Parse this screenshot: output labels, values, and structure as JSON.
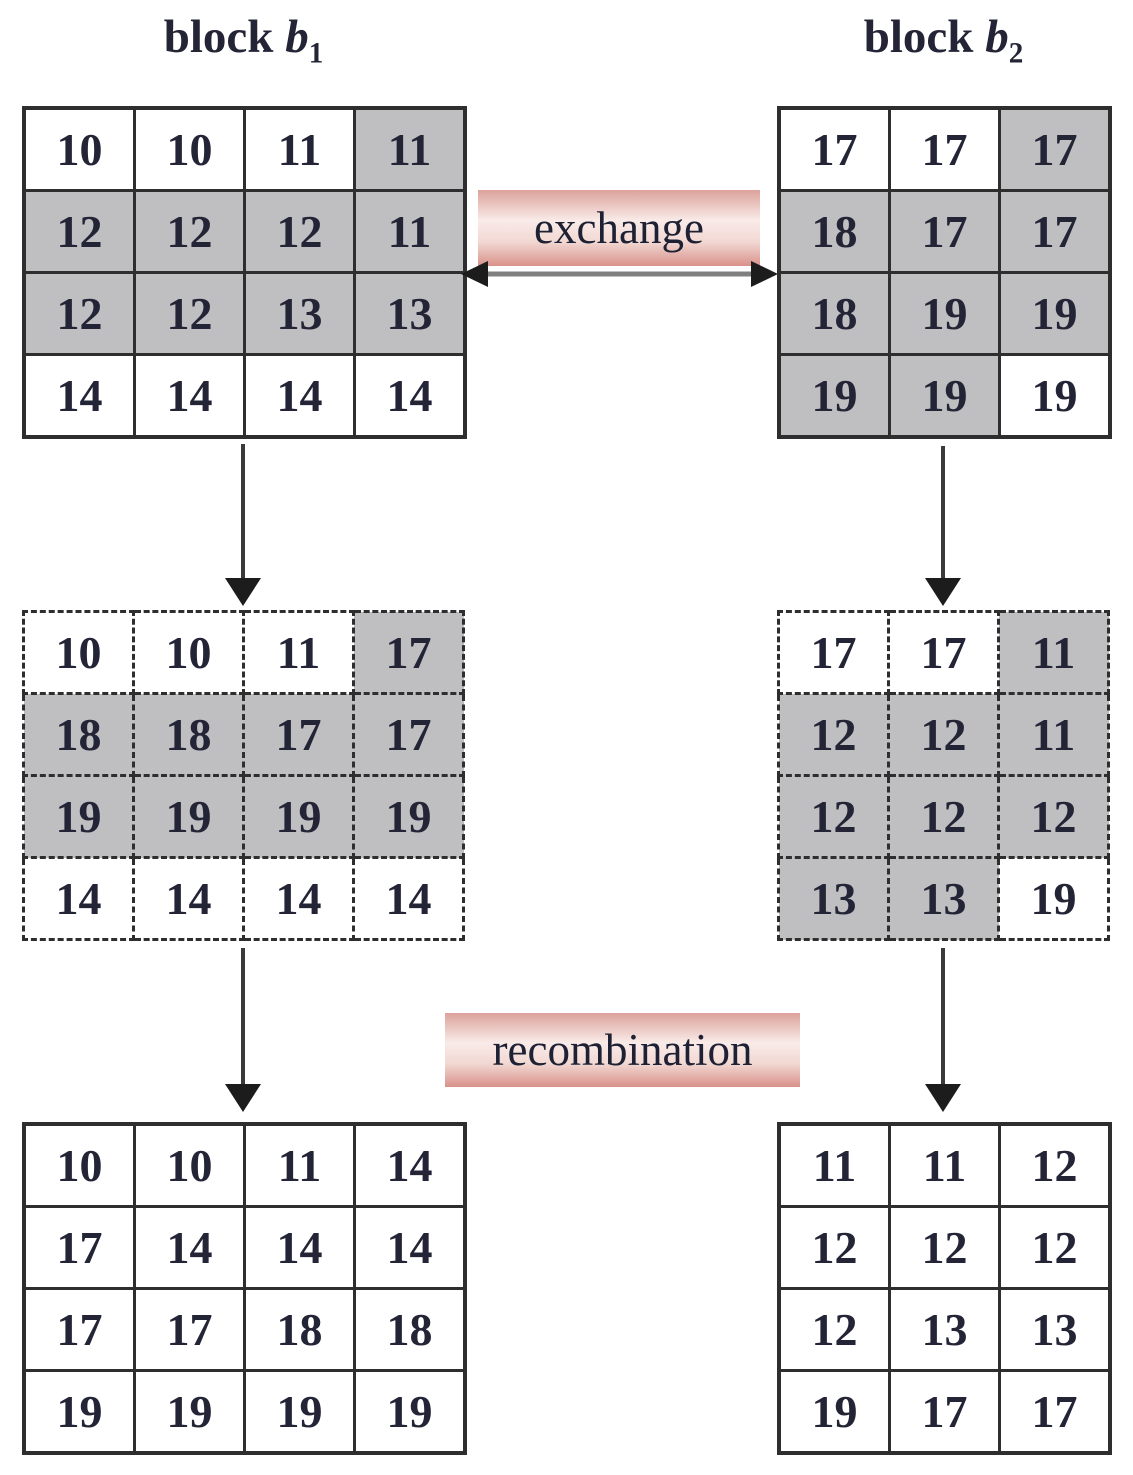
{
  "titles": {
    "b1": {
      "prefix": "block ",
      "var": "b",
      "sub": "1"
    },
    "b2": {
      "prefix": "block ",
      "var": "b",
      "sub": "2"
    }
  },
  "labels": {
    "exchange": "exchange",
    "recombination": "recombination"
  },
  "colors": {
    "cell-gray": "#bfbfc2",
    "cell-white": "#ffffff",
    "grid-border": "#2e2e2e",
    "num-text": "#232536",
    "label-text": "#1d2133",
    "pink-top": "#dca29b",
    "pink-light": "#f9ebe8",
    "pink-mid": "#f2d8d3",
    "pink-bottom": "#d8928a",
    "arrow-line": "#808080",
    "arrow-dark": "#1c1c1c"
  },
  "grids": {
    "b1_initial": {
      "border": "solid",
      "values": [
        [
          10,
          10,
          11,
          11
        ],
        [
          12,
          12,
          12,
          11
        ],
        [
          12,
          12,
          13,
          13
        ],
        [
          14,
          14,
          14,
          14
        ]
      ],
      "shaded": [
        [
          0,
          0,
          0,
          1
        ],
        [
          1,
          1,
          1,
          1
        ],
        [
          1,
          1,
          1,
          1
        ],
        [
          0,
          0,
          0,
          0
        ]
      ]
    },
    "b2_initial": {
      "border": "solid",
      "values": [
        [
          17,
          17,
          17
        ],
        [
          18,
          17,
          17
        ],
        [
          18,
          19,
          19
        ],
        [
          19,
          19,
          19
        ]
      ],
      "shaded": [
        [
          0,
          0,
          1
        ],
        [
          1,
          1,
          1
        ],
        [
          1,
          1,
          1
        ],
        [
          1,
          1,
          0
        ]
      ]
    },
    "b1_exchanged": {
      "border": "dashed",
      "values": [
        [
          10,
          10,
          11,
          17
        ],
        [
          18,
          18,
          17,
          17
        ],
        [
          19,
          19,
          19,
          19
        ],
        [
          14,
          14,
          14,
          14
        ]
      ],
      "shaded": [
        [
          0,
          0,
          0,
          1
        ],
        [
          1,
          1,
          1,
          1
        ],
        [
          1,
          1,
          1,
          1
        ],
        [
          0,
          0,
          0,
          0
        ]
      ]
    },
    "b2_exchanged": {
      "border": "dashed",
      "values": [
        [
          17,
          17,
          11
        ],
        [
          12,
          12,
          11
        ],
        [
          12,
          12,
          12
        ],
        [
          13,
          13,
          19
        ]
      ],
      "shaded": [
        [
          0,
          0,
          1
        ],
        [
          1,
          1,
          1
        ],
        [
          1,
          1,
          1
        ],
        [
          1,
          1,
          0
        ]
      ]
    },
    "b1_recombined": {
      "border": "solid",
      "values": [
        [
          10,
          10,
          11,
          14
        ],
        [
          17,
          14,
          14,
          14
        ],
        [
          17,
          17,
          18,
          18
        ],
        [
          19,
          19,
          19,
          19
        ]
      ],
      "shaded": [
        [
          0,
          0,
          0,
          0
        ],
        [
          0,
          0,
          0,
          0
        ],
        [
          0,
          0,
          0,
          0
        ],
        [
          0,
          0,
          0,
          0
        ]
      ]
    },
    "b2_recombined": {
      "border": "solid",
      "values": [
        [
          11,
          11,
          12
        ],
        [
          12,
          12,
          12
        ],
        [
          12,
          13,
          13
        ],
        [
          19,
          17,
          17
        ]
      ],
      "shaded": [
        [
          0,
          0,
          0
        ],
        [
          0,
          0,
          0
        ],
        [
          0,
          0,
          0
        ],
        [
          0,
          0,
          0
        ]
      ]
    }
  }
}
